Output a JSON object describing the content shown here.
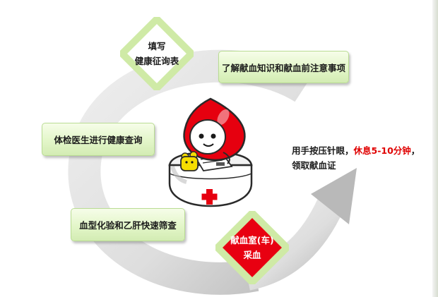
{
  "steps": {
    "fill_form": {
      "line1": "填写",
      "line2": "健康征询表"
    },
    "learn": {
      "label": "了解献血知识和献血前注意事项"
    },
    "exam": {
      "label": "体检医生进行健康查询"
    },
    "blood_test": {
      "label": "血型化验和乙肝快速筛查"
    },
    "collection": {
      "line1": "献血室(车)",
      "line2": "采血"
    },
    "final": {
      "part1": "用手按压针眼，",
      "part2": "休息5-10分钟",
      "part3": "，",
      "line2": "领取献血证"
    }
  },
  "colors": {
    "box_fill": "#e3f6c9",
    "box_border": "#b9dc93",
    "diamond_fill": "#ffffff",
    "diamond_border": "#cfeaa6",
    "collection_fill": "#e80011",
    "arrow_gray": "#dcdcdc",
    "accent_red": "#e00000",
    "mascot_red": "#e6000f"
  },
  "icons": [
    "blood-drop-mascot-icon",
    "red-cross-icon",
    "cycle-arrow-icon"
  ]
}
